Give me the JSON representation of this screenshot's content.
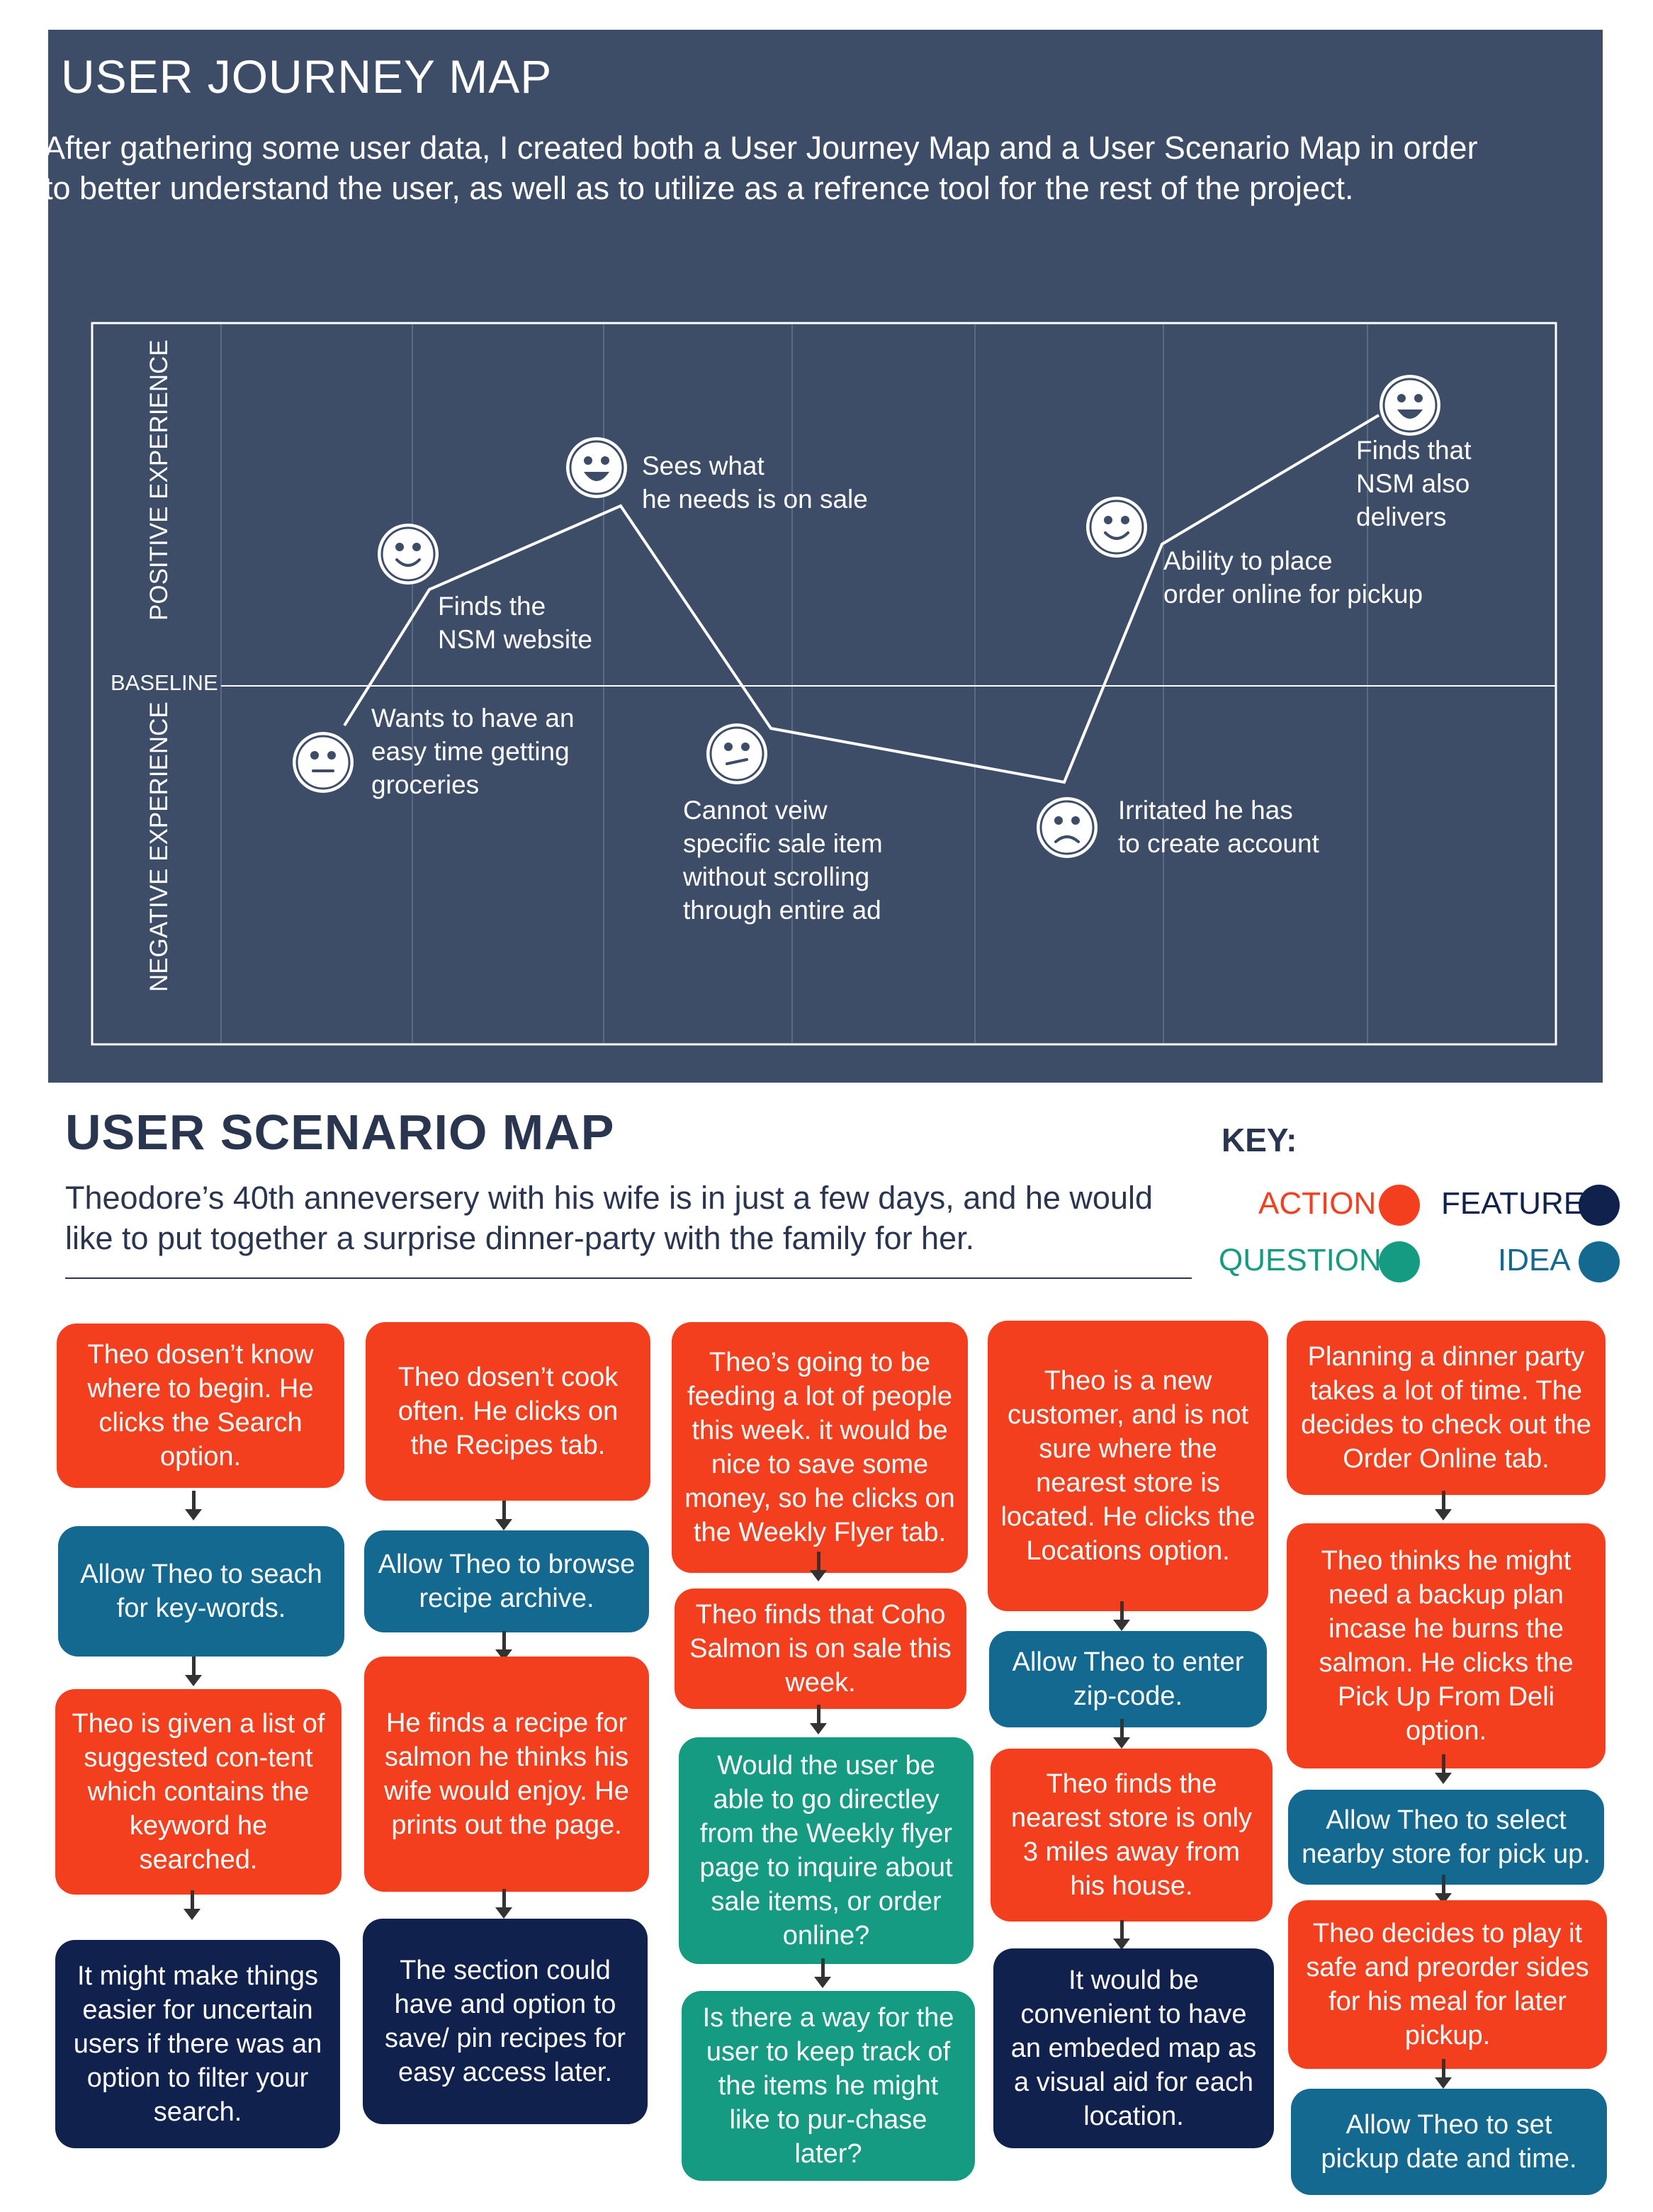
{
  "journey": {
    "title": "USER JOURNEY MAP",
    "intro": "After gathering some user data, I created both a User Journey Map and a User Scenario Map in order to better understand the user, as well as to utilize as a refrence tool for the rest of the project.",
    "axis_positive": "POSITIVE EXPERIENCE",
    "axis_negative": "NEGATIVE EXPERIENCE",
    "baseline_label": "BASELINE",
    "points": [
      {
        "mood": "neutral",
        "label_lines": [
          "Wants to have an",
          "easy time getting",
          "groceries"
        ]
      },
      {
        "mood": "happy",
        "label_lines": [
          "Finds the",
          "NSM website"
        ]
      },
      {
        "mood": "very-happy",
        "label_lines": [
          "Sees what",
          "he needs is on sale"
        ]
      },
      {
        "mood": "confused",
        "label_lines": [
          "Cannot veiw",
          "specific sale item",
          "without scrolling",
          "through entire ad"
        ]
      },
      {
        "mood": "sad",
        "label_lines": [
          "Irritated he has",
          "to create account"
        ]
      },
      {
        "mood": "happy",
        "label_lines": [
          "Ability to place",
          "order online for pickup"
        ]
      },
      {
        "mood": "very-happy",
        "label_lines": [
          "Finds that",
          "NSM also",
          "delivers"
        ]
      }
    ]
  },
  "scenario": {
    "title": "USER SCENARIO MAP",
    "intro": "Theodore’s 40th anneversery with his wife is in just a few days, and he would like to put together a surprise dinner-party with the family for her.",
    "key": {
      "title": "KEY:",
      "action": "ACTION",
      "feature": "FEATURE",
      "question": "QUESTION",
      "idea": "IDEA"
    },
    "colors": {
      "action": "#f43f1f",
      "feature": "#10214d",
      "question": "#149b81",
      "idea": "#13698f"
    },
    "columns": [
      [
        "Theo dosen’t know where to begin. He clicks the Search option.",
        "Allow Theo to seach for key-words.",
        "Theo is given a list of suggested con-tent which contains the keyword he searched.",
        "It might make things easier for uncertain users if there was an option to filter your search."
      ],
      [
        "Theo dosen’t cook often. He clicks on the Recipes tab.",
        "Allow Theo to browse recipe archive.",
        "He finds a recipe for salmon he thinks his wife would enjoy. He prints out the page.",
        "The section could have and option to save/ pin recipes for easy access later."
      ],
      [
        "Theo’s going to be feeding a lot of people this week. it would be nice to save some money, so he clicks on the Weekly Flyer tab.",
        "Theo finds that Coho Salmon is on sale this week.",
        "Would the user be able to go directley from the Weekly flyer page to inquire about sale items, or order online?",
        "Is there a way for the user to keep track of the items he might like to pur-chase later?"
      ],
      [
        "Theo is a new customer, and is not sure where the nearest store is located. He clicks the Locations option.",
        "Allow Theo to enter zip-code.",
        "Theo finds the nearest store is only 3 miles away from his house.",
        "It would be convenient to have an embeded map as a visual aid for each location."
      ],
      [
        "Planning a dinner party takes a lot of time. The decides to check out the Order Online tab.",
        "Theo thinks he might need a backup plan incase he burns the salmon. He clicks the Pick Up From Deli option.",
        "Allow Theo to select nearby store for pick up.",
        "Theo decides to play it safe and preorder sides for his meal for later pickup.",
        "Allow Theo to set pickup date and time."
      ]
    ]
  }
}
